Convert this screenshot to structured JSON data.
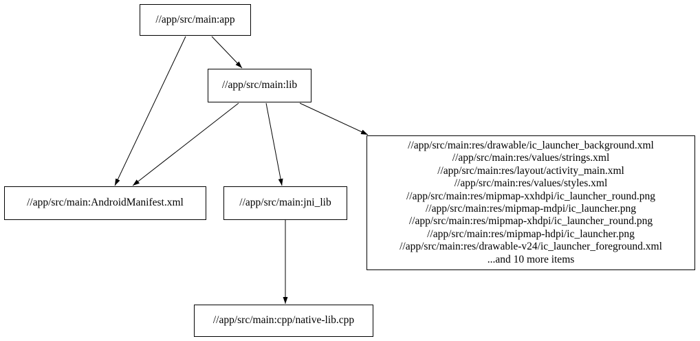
{
  "diagram": {
    "kind": "build-dependency-graph",
    "background_color": "#ffffff",
    "node_fill_color": "#ffffff",
    "node_border_color": "#000000",
    "edge_color": "#000000",
    "nodes": {
      "app": {
        "label": "//app/src/main:app"
      },
      "lib": {
        "label": "//app/src/main:lib"
      },
      "android_manifest": {
        "label": "//app/src/main:AndroidManifest.xml"
      },
      "jni_lib": {
        "label": "//app/src/main:jni_lib"
      },
      "native_lib_cpp": {
        "label": "//app/src/main:cpp/native-lib.cpp"
      },
      "res_group": {
        "lines": [
          "//app/src/main:res/drawable/ic_launcher_background.xml",
          "//app/src/main:res/values/strings.xml",
          "//app/src/main:res/layout/activity_main.xml",
          "//app/src/main:res/values/styles.xml",
          "//app/src/main:res/mipmap-xxhdpi/ic_launcher_round.png",
          "//app/src/main:res/mipmap-mdpi/ic_launcher.png",
          "//app/src/main:res/mipmap-xhdpi/ic_launcher_round.png",
          "//app/src/main:res/mipmap-hdpi/ic_launcher.png",
          "//app/src/main:res/drawable-v24/ic_launcher_foreground.xml",
          "...and 10 more items"
        ]
      }
    },
    "edges": [
      {
        "from": "app",
        "to": "lib"
      },
      {
        "from": "app",
        "to": "android_manifest"
      },
      {
        "from": "lib",
        "to": "android_manifest"
      },
      {
        "from": "lib",
        "to": "jni_lib"
      },
      {
        "from": "lib",
        "to": "res_group"
      },
      {
        "from": "jni_lib",
        "to": "native_lib_cpp"
      }
    ]
  }
}
